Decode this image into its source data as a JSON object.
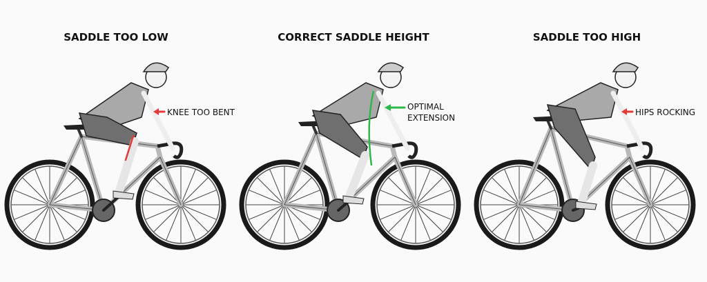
{
  "panels": [
    {
      "title": "SADDLE TOO LOW",
      "note": "KNEE TOO BENT",
      "note_color": "#e53935"
    },
    {
      "title": "CORRECT SADDLE HEIGHT",
      "note_line1": "OPTIMAL",
      "note_line2": "EXTENSION",
      "note_color": "#2db84a"
    },
    {
      "title": "SADDLE TOO HIGH",
      "note": "HIPS ROCKING",
      "note_color": "#e53935"
    }
  ],
  "colors": {
    "frame": "#b9b9b9",
    "jersey": "#a9a9a9",
    "shorts": "#6f6f6f",
    "outline": "#222222"
  }
}
